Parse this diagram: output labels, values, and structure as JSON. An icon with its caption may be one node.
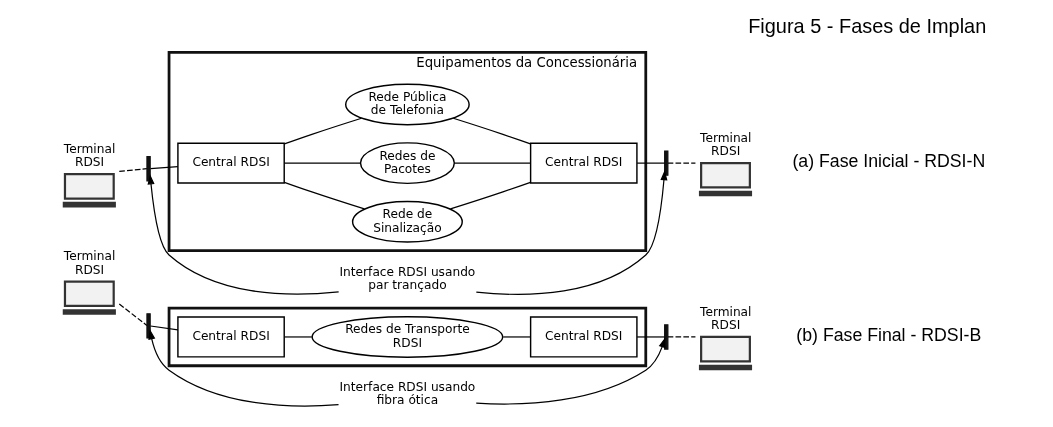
{
  "diagram": {
    "title": "Figura 5 - Fases de Implan",
    "nodes": [
      {
        "text": [
          "Terminal RDSI"
        ]
      },
      {
        "text": [],
        "shape": "bar"
      },
      {
        "text": [
          "Equipamentos da Concessionária"
        ]
      },
      {
        "text": [
          "Central RDSI"
        ],
        "in": 2
      },
      {
        "text": [
          "Rede Pública de Telefonia"
        ],
        "in": 2
      },
      {
        "text": [
          "Redes de Pacotes"
        ],
        "in": 2
      },
      {
        "text": [
          "Rede de Sinalização"
        ],
        "in": 2
      },
      {
        "text": [
          "Central RDSI"
        ],
        "in": 2
      },
      {
        "text": [],
        "shape": "bar"
      },
      {
        "text": [
          "Terminal RDSI"
        ]
      },
      {
        "text": [
          "Interface RDSI usando par trançado"
        ]
      },
      {
        "text": [
          "Terminal RDSI"
        ]
      },
      {
        "text": [],
        "shape": "bar"
      },
      {
        "text": [],
        "shape": "box"
      },
      {
        "text": [
          "Central RDSI"
        ],
        "in": 13
      },
      {
        "text": [
          "Redes de Transporte RDSI"
        ],
        "in": 13
      },
      {
        "text": [
          "Central RDSI"
        ],
        "in": 13
      },
      {
        "text": [],
        "shape": "bar"
      },
      {
        "text": [
          "Terminal RDSI"
        ]
      },
      {
        "text": [
          "Interface RDSI usando fibra ótica"
        ]
      }
    ],
    "edges": [
      {
        "from": 0,
        "to": 1,
        "arrow": "none",
        "style": "dashed"
      },
      {
        "from": 1,
        "to": 3,
        "arrow": "none"
      },
      {
        "from": 3,
        "to": 4,
        "arrow": "none"
      },
      {
        "from": 3,
        "to": 5,
        "arrow": "none"
      },
      {
        "from": 3,
        "to": 6,
        "arrow": "none"
      },
      {
        "from": 4,
        "to": 7,
        "arrow": "none"
      },
      {
        "from": 5,
        "to": 7,
        "arrow": "none"
      },
      {
        "from": 6,
        "to": 7,
        "arrow": "none"
      },
      {
        "from": 7,
        "to": 8,
        "arrow": "none"
      },
      {
        "from": 8,
        "to": 9,
        "arrow": "none",
        "style": "dashed"
      },
      {
        "from": 10,
        "to": 1,
        "arrow": "to"
      },
      {
        "from": 10,
        "to": 8,
        "arrow": "to"
      },
      {
        "from": 11,
        "to": 12,
        "arrow": "none",
        "style": "dashed"
      },
      {
        "from": 12,
        "to": 14,
        "arrow": "none"
      },
      {
        "from": 14,
        "to": 15,
        "arrow": "none"
      },
      {
        "from": 15,
        "to": 16,
        "arrow": "none"
      },
      {
        "from": 16,
        "to": 17,
        "arrow": "none"
      },
      {
        "from": 17,
        "to": 18,
        "arrow": "none",
        "style": "dashed"
      },
      {
        "from": 19,
        "to": 12,
        "arrow": "to"
      },
      {
        "from": 19,
        "to": 17,
        "arrow": "to"
      }
    ],
    "labels": [
      "(a) Fase Inicial - RDSI-N",
      "(b) Fase Final - RDSI-B"
    ]
  }
}
